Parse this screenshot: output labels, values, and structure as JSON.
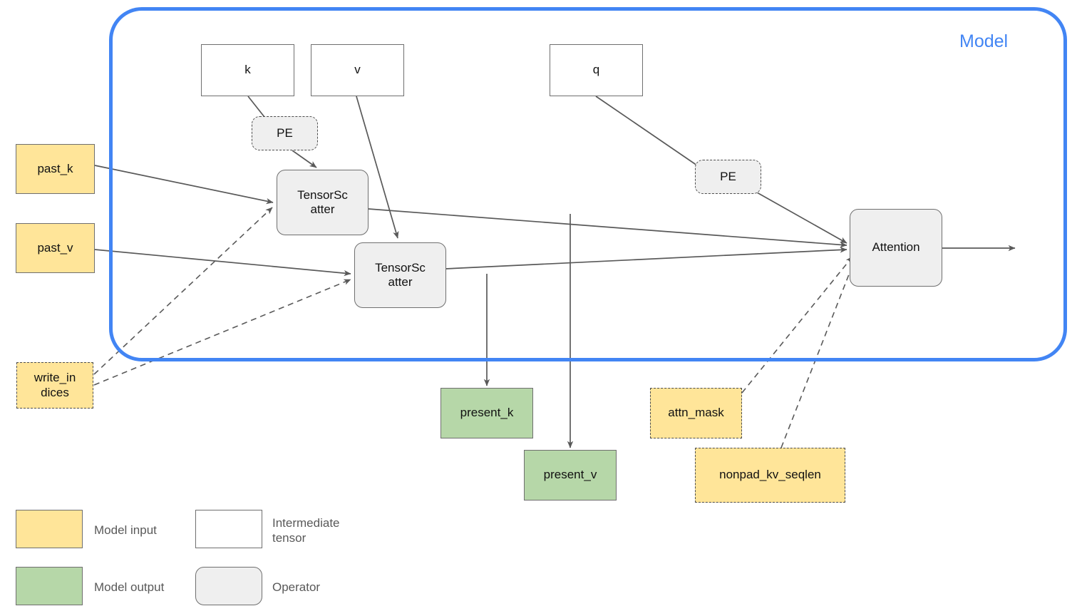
{
  "diagram": {
    "title": "Model",
    "group_label": "Model",
    "colors": {
      "group_border": "#4285f4",
      "model_input": "#ffe599",
      "model_output": "#b6d7a8",
      "intermediate_tensor": "#ffffff",
      "operator": "#efefef",
      "node_border": "#6f6f6f",
      "edge": "#595959",
      "legend_text": "#595959"
    }
  },
  "nodes": {
    "past_k": {
      "label": "past_k",
      "kind": "model-input"
    },
    "past_v": {
      "label": "past_v",
      "kind": "model-input"
    },
    "write_indices": {
      "label": "write_in\ndices",
      "kind": "model-input-dashed"
    },
    "attn_mask": {
      "label": "attn_mask",
      "kind": "model-input-dashed"
    },
    "nonpad_kv_seqlen": {
      "label": "nonpad_kv_seqlen",
      "kind": "model-input-dashed"
    },
    "k": {
      "label": "k",
      "kind": "intermediate-tensor"
    },
    "v": {
      "label": "v",
      "kind": "intermediate-tensor"
    },
    "q": {
      "label": "q",
      "kind": "intermediate-tensor"
    },
    "pe_k": {
      "label": "PE",
      "kind": "operator-dashed"
    },
    "pe_q": {
      "label": "PE",
      "kind": "operator-dashed"
    },
    "tensorscatter_k": {
      "label": "TensorSc\natter",
      "kind": "operator"
    },
    "tensorscatter_v": {
      "label": "TensorSc\natter",
      "kind": "operator"
    },
    "attention": {
      "label": "Attention",
      "kind": "operator"
    },
    "present_k": {
      "label": "present_k",
      "kind": "model-output"
    },
    "present_v": {
      "label": "present_v",
      "kind": "model-output"
    }
  },
  "legend": {
    "items": [
      {
        "swatch": "model-input",
        "label": "Model input"
      },
      {
        "swatch": "intermediate-tensor",
        "label": "Intermediate\ntensor"
      },
      {
        "swatch": "model-output",
        "label": "Model output"
      },
      {
        "swatch": "operator",
        "label": "Operator"
      }
    ]
  }
}
